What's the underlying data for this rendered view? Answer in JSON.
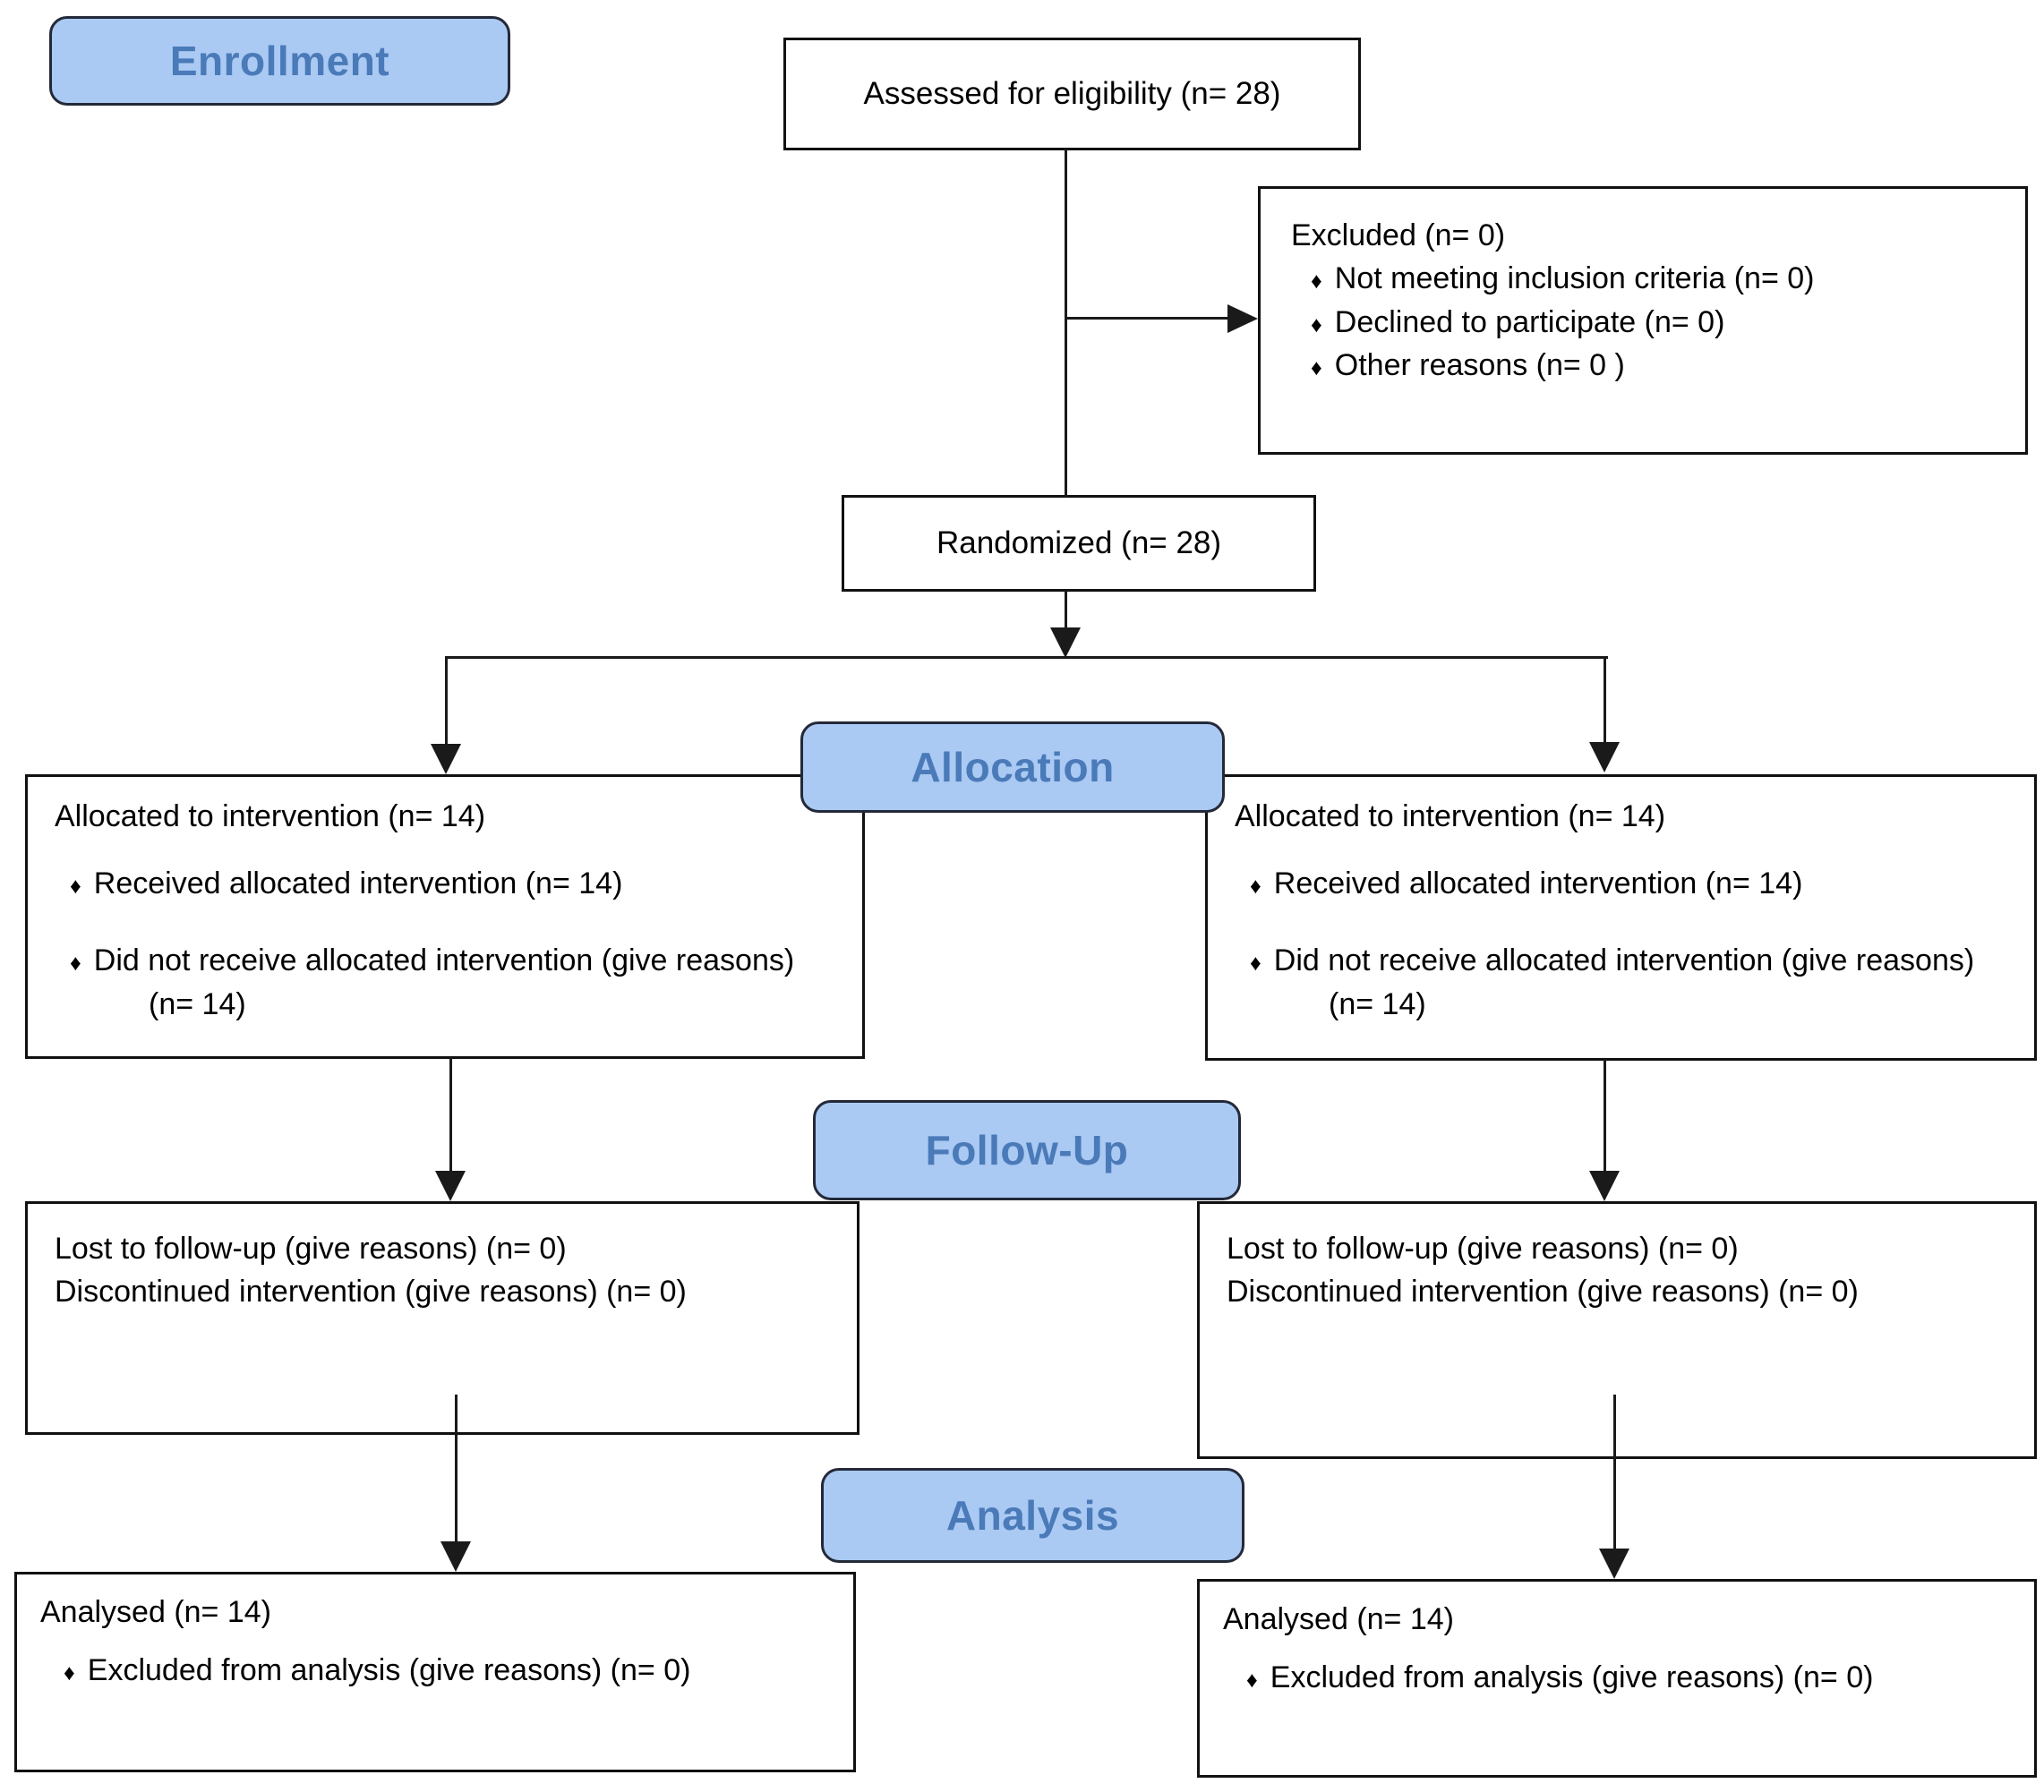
{
  "glyphs": {
    "bullet": "♦"
  },
  "colors": {
    "label_fill": "#aac9f3",
    "label_border": "#242938",
    "label_text": "#4a7ab8",
    "box_border": "#111111",
    "line": "#1a1a1a",
    "text": "#000000",
    "background": "#ffffff"
  },
  "stage_labels": {
    "enrollment": "Enrollment",
    "allocation": "Allocation",
    "followup": "Follow-Up",
    "analysis": "Analysis"
  },
  "enrollment": {
    "assessed": {
      "text": "Assessed for eligibility (n= 28)"
    },
    "excluded": {
      "title": "Excluded (n= 0)",
      "bullets": [
        "Not meeting inclusion criteria (n= 0)",
        "Declined to participate (n= 0)",
        "Other reasons (n= 0 )"
      ]
    },
    "randomized": {
      "text": "Randomized (n= 28)"
    }
  },
  "arms": {
    "left": {
      "allocation": {
        "title": "Allocated to intervention (n= 14)",
        "bullets": [
          "Received allocated intervention (n= 14)",
          "Did not receive allocated intervention (give reasons) (n= 14)"
        ]
      },
      "followup": {
        "lines": [
          "Lost to follow-up (give reasons) (n= 0)",
          "Discontinued intervention (give reasons) (n= 0)"
        ]
      },
      "analysis": {
        "title": "Analysed (n= 14)",
        "bullets": [
          "Excluded from analysis (give reasons) (n= 0)"
        ]
      }
    },
    "right": {
      "allocation": {
        "title": "Allocated to intervention (n= 14)",
        "bullets": [
          "Received allocated intervention (n= 14)",
          "Did not receive allocated intervention (give reasons) (n= 14)"
        ]
      },
      "followup": {
        "lines": [
          "Lost to follow-up (give reasons) (n= 0)",
          "Discontinued intervention (give reasons) (n= 0)"
        ]
      },
      "analysis": {
        "title": "Analysed (n= 14)",
        "bullets": [
          "Excluded from analysis (give reasons) (n= 0)"
        ]
      }
    }
  }
}
